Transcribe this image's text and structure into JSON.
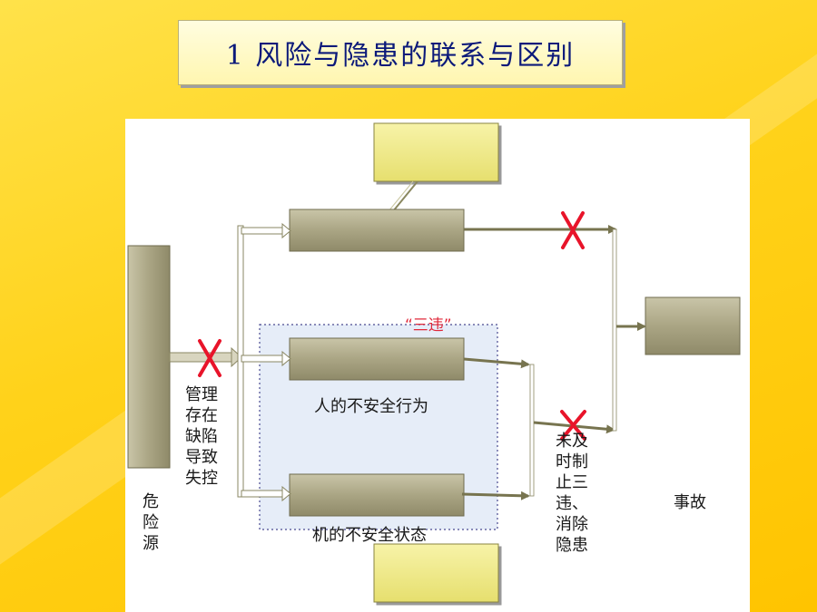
{
  "title": "1  风险与隐患的联系与区别",
  "labels": {
    "hazard_source": "危\n险\n源",
    "management": "管理\n存在\n缺陷\n导致\n失控",
    "human_unsafe": "人的不安全行为",
    "machine_unsafe": "机的不安全状态",
    "three_violations": "“三违”",
    "stop_in_time": "未及\n时制\n止三\n违、\n消除\n隐患",
    "accident": "事故"
  },
  "colors": {
    "box_fill": "#b0ab8c",
    "box_dark": "#6f6b4e",
    "note_fill": "#f2ed8a",
    "arrow": "#77744f",
    "cross": "#e8142a",
    "group_fill": "#e6edf8",
    "group_border": "#4a4a90"
  }
}
